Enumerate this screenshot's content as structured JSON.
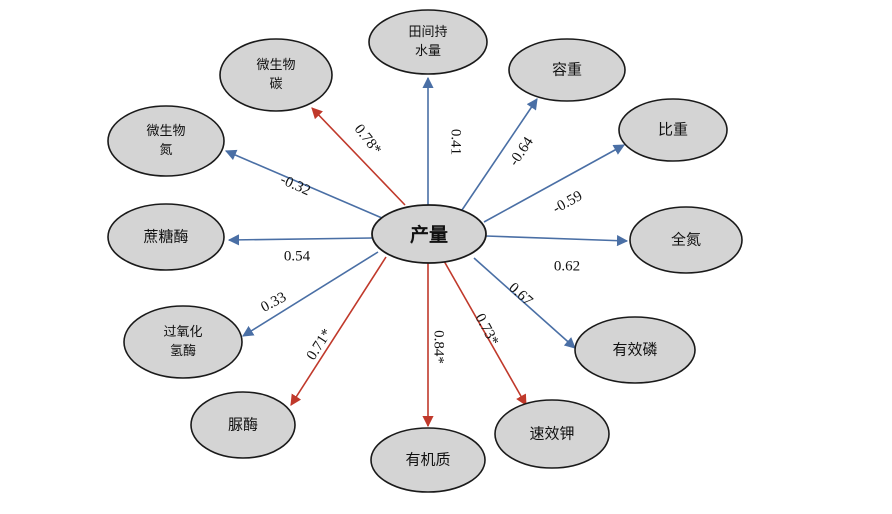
{
  "colors": {
    "positive": "#4a6fa5",
    "significant": "#c0392b"
  },
  "center": {
    "label": "产量"
  },
  "nodes": [
    {
      "id": "field-water",
      "lines": [
        "田间持",
        "水量"
      ],
      "coef": "0.41",
      "color": "positive"
    },
    {
      "id": "bulk-density",
      "lines": [
        "容重"
      ],
      "coef": "-0.64",
      "color": "positive"
    },
    {
      "id": "specific-gravity",
      "lines": [
        "比重"
      ],
      "coef": "-0.59",
      "color": "positive"
    },
    {
      "id": "total-nitrogen",
      "lines": [
        "全氮"
      ],
      "coef": "0.62",
      "color": "positive"
    },
    {
      "id": "available-phosphorus",
      "lines": [
        "有效磷"
      ],
      "coef": "0.67",
      "color": "positive"
    },
    {
      "id": "available-potassium",
      "lines": [
        "速效钾"
      ],
      "coef": "0.73*",
      "color": "significant"
    },
    {
      "id": "organic-matter",
      "lines": [
        "有机质"
      ],
      "coef": "0.84*",
      "color": "significant"
    },
    {
      "id": "urease",
      "lines": [
        "脲酶"
      ],
      "coef": "0.71*",
      "color": "significant"
    },
    {
      "id": "catalase",
      "lines": [
        "过氧化",
        "氢酶"
      ],
      "coef": "0.33",
      "color": "positive"
    },
    {
      "id": "sucrase",
      "lines": [
        "蔗糖酶"
      ],
      "coef": "0.54",
      "color": "positive"
    },
    {
      "id": "microbial-nitrogen",
      "lines": [
        "微生物",
        "氮"
      ],
      "coef": "-0.32",
      "color": "positive"
    },
    {
      "id": "microbial-carbon",
      "lines": [
        "微生物",
        "碳"
      ],
      "coef": "0.78*",
      "color": "significant"
    }
  ]
}
